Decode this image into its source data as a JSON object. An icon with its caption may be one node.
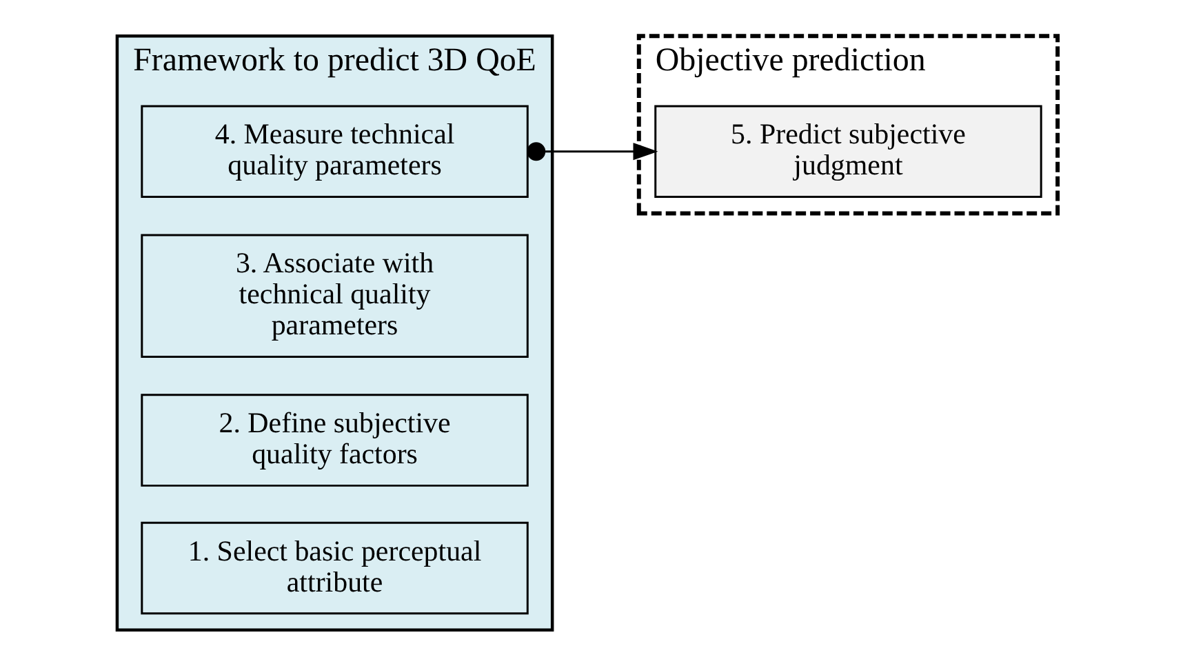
{
  "diagram": {
    "nodes": [
      {
        "text": [
          "Framework to predict 3D QoE"
        ]
      },
      {
        "text": [
          "1. Select basic perceptual attribute"
        ],
        "in": 0
      },
      {
        "text": [
          "2. Define subjective quality factors"
        ],
        "in": 0
      },
      {
        "text": [
          "3. Associate with technical quality parameters"
        ],
        "in": 0
      },
      {
        "text": [
          "4. Measure technical quality parameters"
        ],
        "in": 0
      },
      {
        "text": [
          "Objective prediction"
        ]
      },
      {
        "text": [
          "5. Predict subjective judgment"
        ],
        "in": 5
      }
    ],
    "edges": [
      {
        "from": 4,
        "to": 6,
        "arrow": "to"
      }
    ]
  }
}
